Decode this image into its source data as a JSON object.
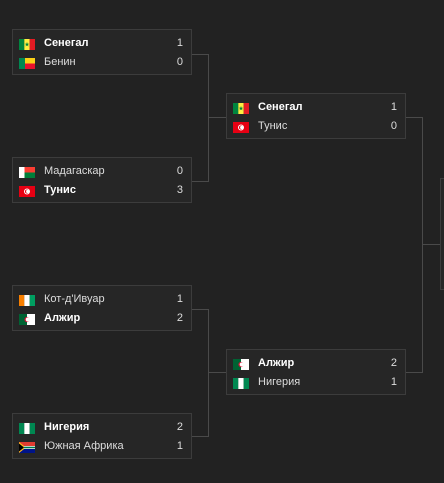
{
  "matches": [
    {
      "teams": [
        {
          "name": "Сенегал",
          "score": "1",
          "flag": "senegal-flag",
          "winner": true
        },
        {
          "name": "Бенин",
          "score": "0",
          "flag": "benin-flag",
          "winner": false
        }
      ]
    },
    {
      "teams": [
        {
          "name": "Мадагаскар",
          "score": "0",
          "flag": "madagascar-flag",
          "winner": false
        },
        {
          "name": "Тунис",
          "score": "3",
          "flag": "tunisia-flag",
          "winner": true
        }
      ]
    },
    {
      "teams": [
        {
          "name": "Кот-д'Ивуар",
          "score": "1",
          "flag": "ivory-coast-flag",
          "winner": false
        },
        {
          "name": "Алжир",
          "score": "2",
          "flag": "algeria-flag",
          "winner": true
        }
      ]
    },
    {
      "teams": [
        {
          "name": "Нигерия",
          "score": "2",
          "flag": "nigeria-flag",
          "winner": true
        },
        {
          "name": "Южная Африка",
          "score": "1",
          "flag": "south-africa-flag",
          "winner": false
        }
      ]
    },
    {
      "teams": [
        {
          "name": "Сенегал",
          "score": "1",
          "flag": "senegal-flag",
          "winner": true
        },
        {
          "name": "Тунис",
          "score": "0",
          "flag": "tunisia-flag",
          "winner": false
        }
      ]
    },
    {
      "teams": [
        {
          "name": "Алжир",
          "score": "2",
          "flag": "algeria-flag",
          "winner": true
        },
        {
          "name": "Нигерия",
          "score": "1",
          "flag": "nigeria-flag",
          "winner": false
        }
      ]
    }
  ]
}
